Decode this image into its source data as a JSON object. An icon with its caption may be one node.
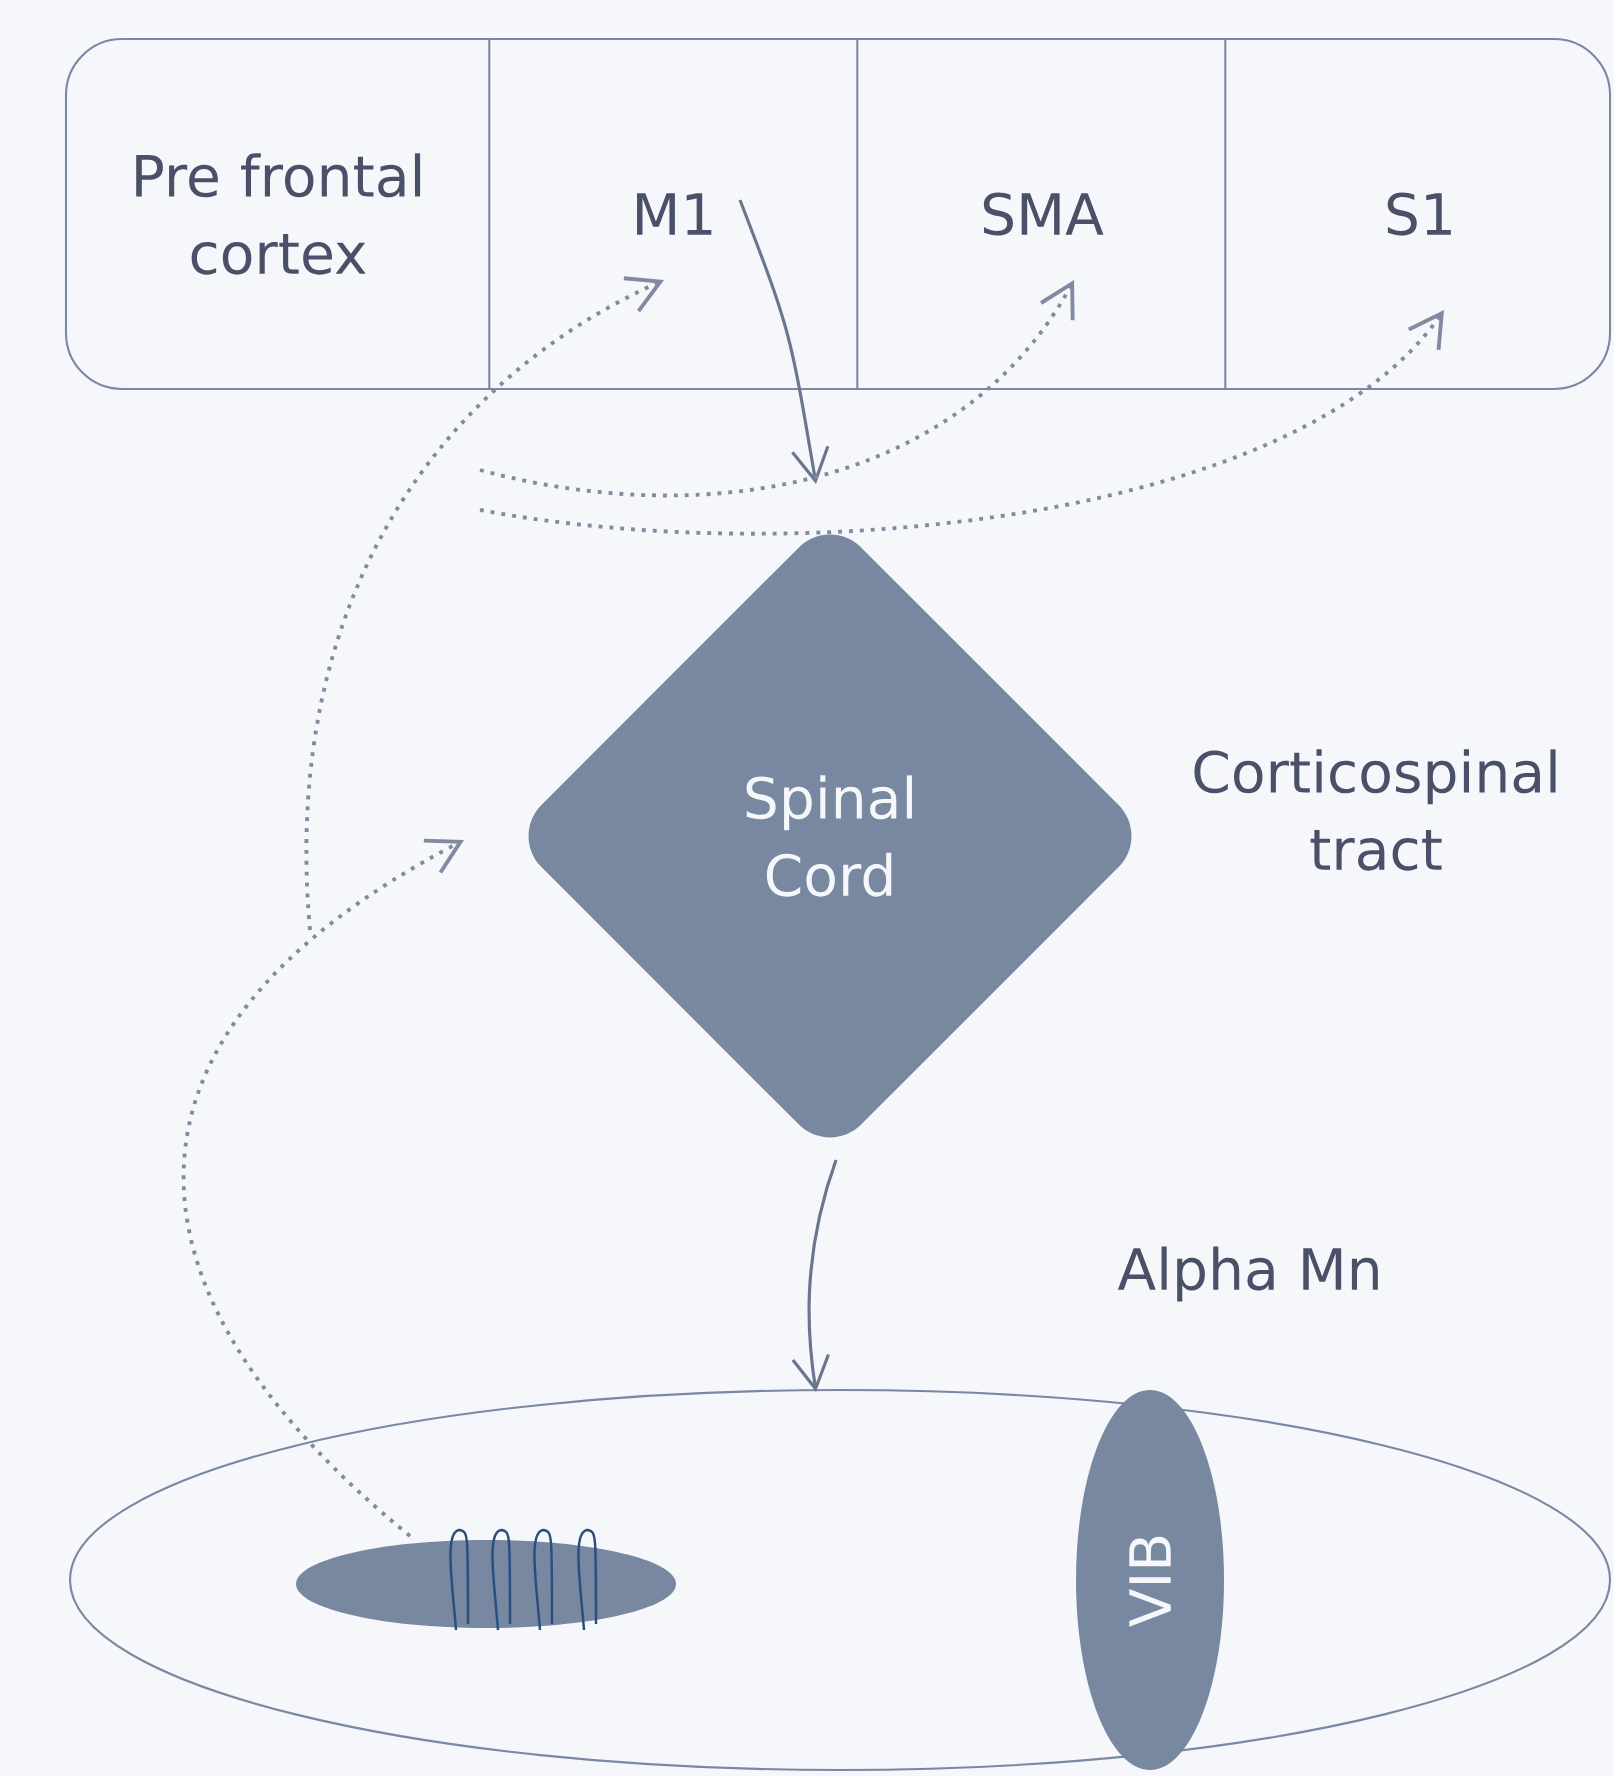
{
  "diagram": {
    "nodes": [
      {
        "text": [],
        "shape": "box"
      },
      {
        "text": [
          "Pre frontal cortex"
        ],
        "in": 0
      },
      {
        "text": [
          "M1"
        ],
        "in": 0
      },
      {
        "text": [
          "SMA"
        ],
        "in": 0
      },
      {
        "text": [
          "S1"
        ],
        "in": 0
      },
      {
        "text": [
          "Spinal Cord"
        ]
      },
      {
        "text": [],
        "shape": "ellipse"
      },
      {
        "text": [],
        "shape": "ellipse",
        "in": 6
      },
      {
        "text": [
          "VIB"
        ],
        "in": 6
      }
    ],
    "edges": [
      {
        "from": 2,
        "to": 5,
        "arrow": "to"
      },
      {
        "from": 5,
        "to": 6,
        "arrow": "to"
      },
      {
        "from": 7,
        "to": 5,
        "arrow": "to",
        "style": "dashed"
      },
      {
        "from": null,
        "to": 2,
        "arrow": "to",
        "style": "dashed"
      },
      {
        "from": null,
        "to": 3,
        "arrow": "to",
        "style": "dashed"
      },
      {
        "from": null,
        "to": 4,
        "arrow": "to",
        "style": "dashed"
      }
    ],
    "labels": [
      "Corticospinal tract",
      "Alpha Mn"
    ]
  }
}
